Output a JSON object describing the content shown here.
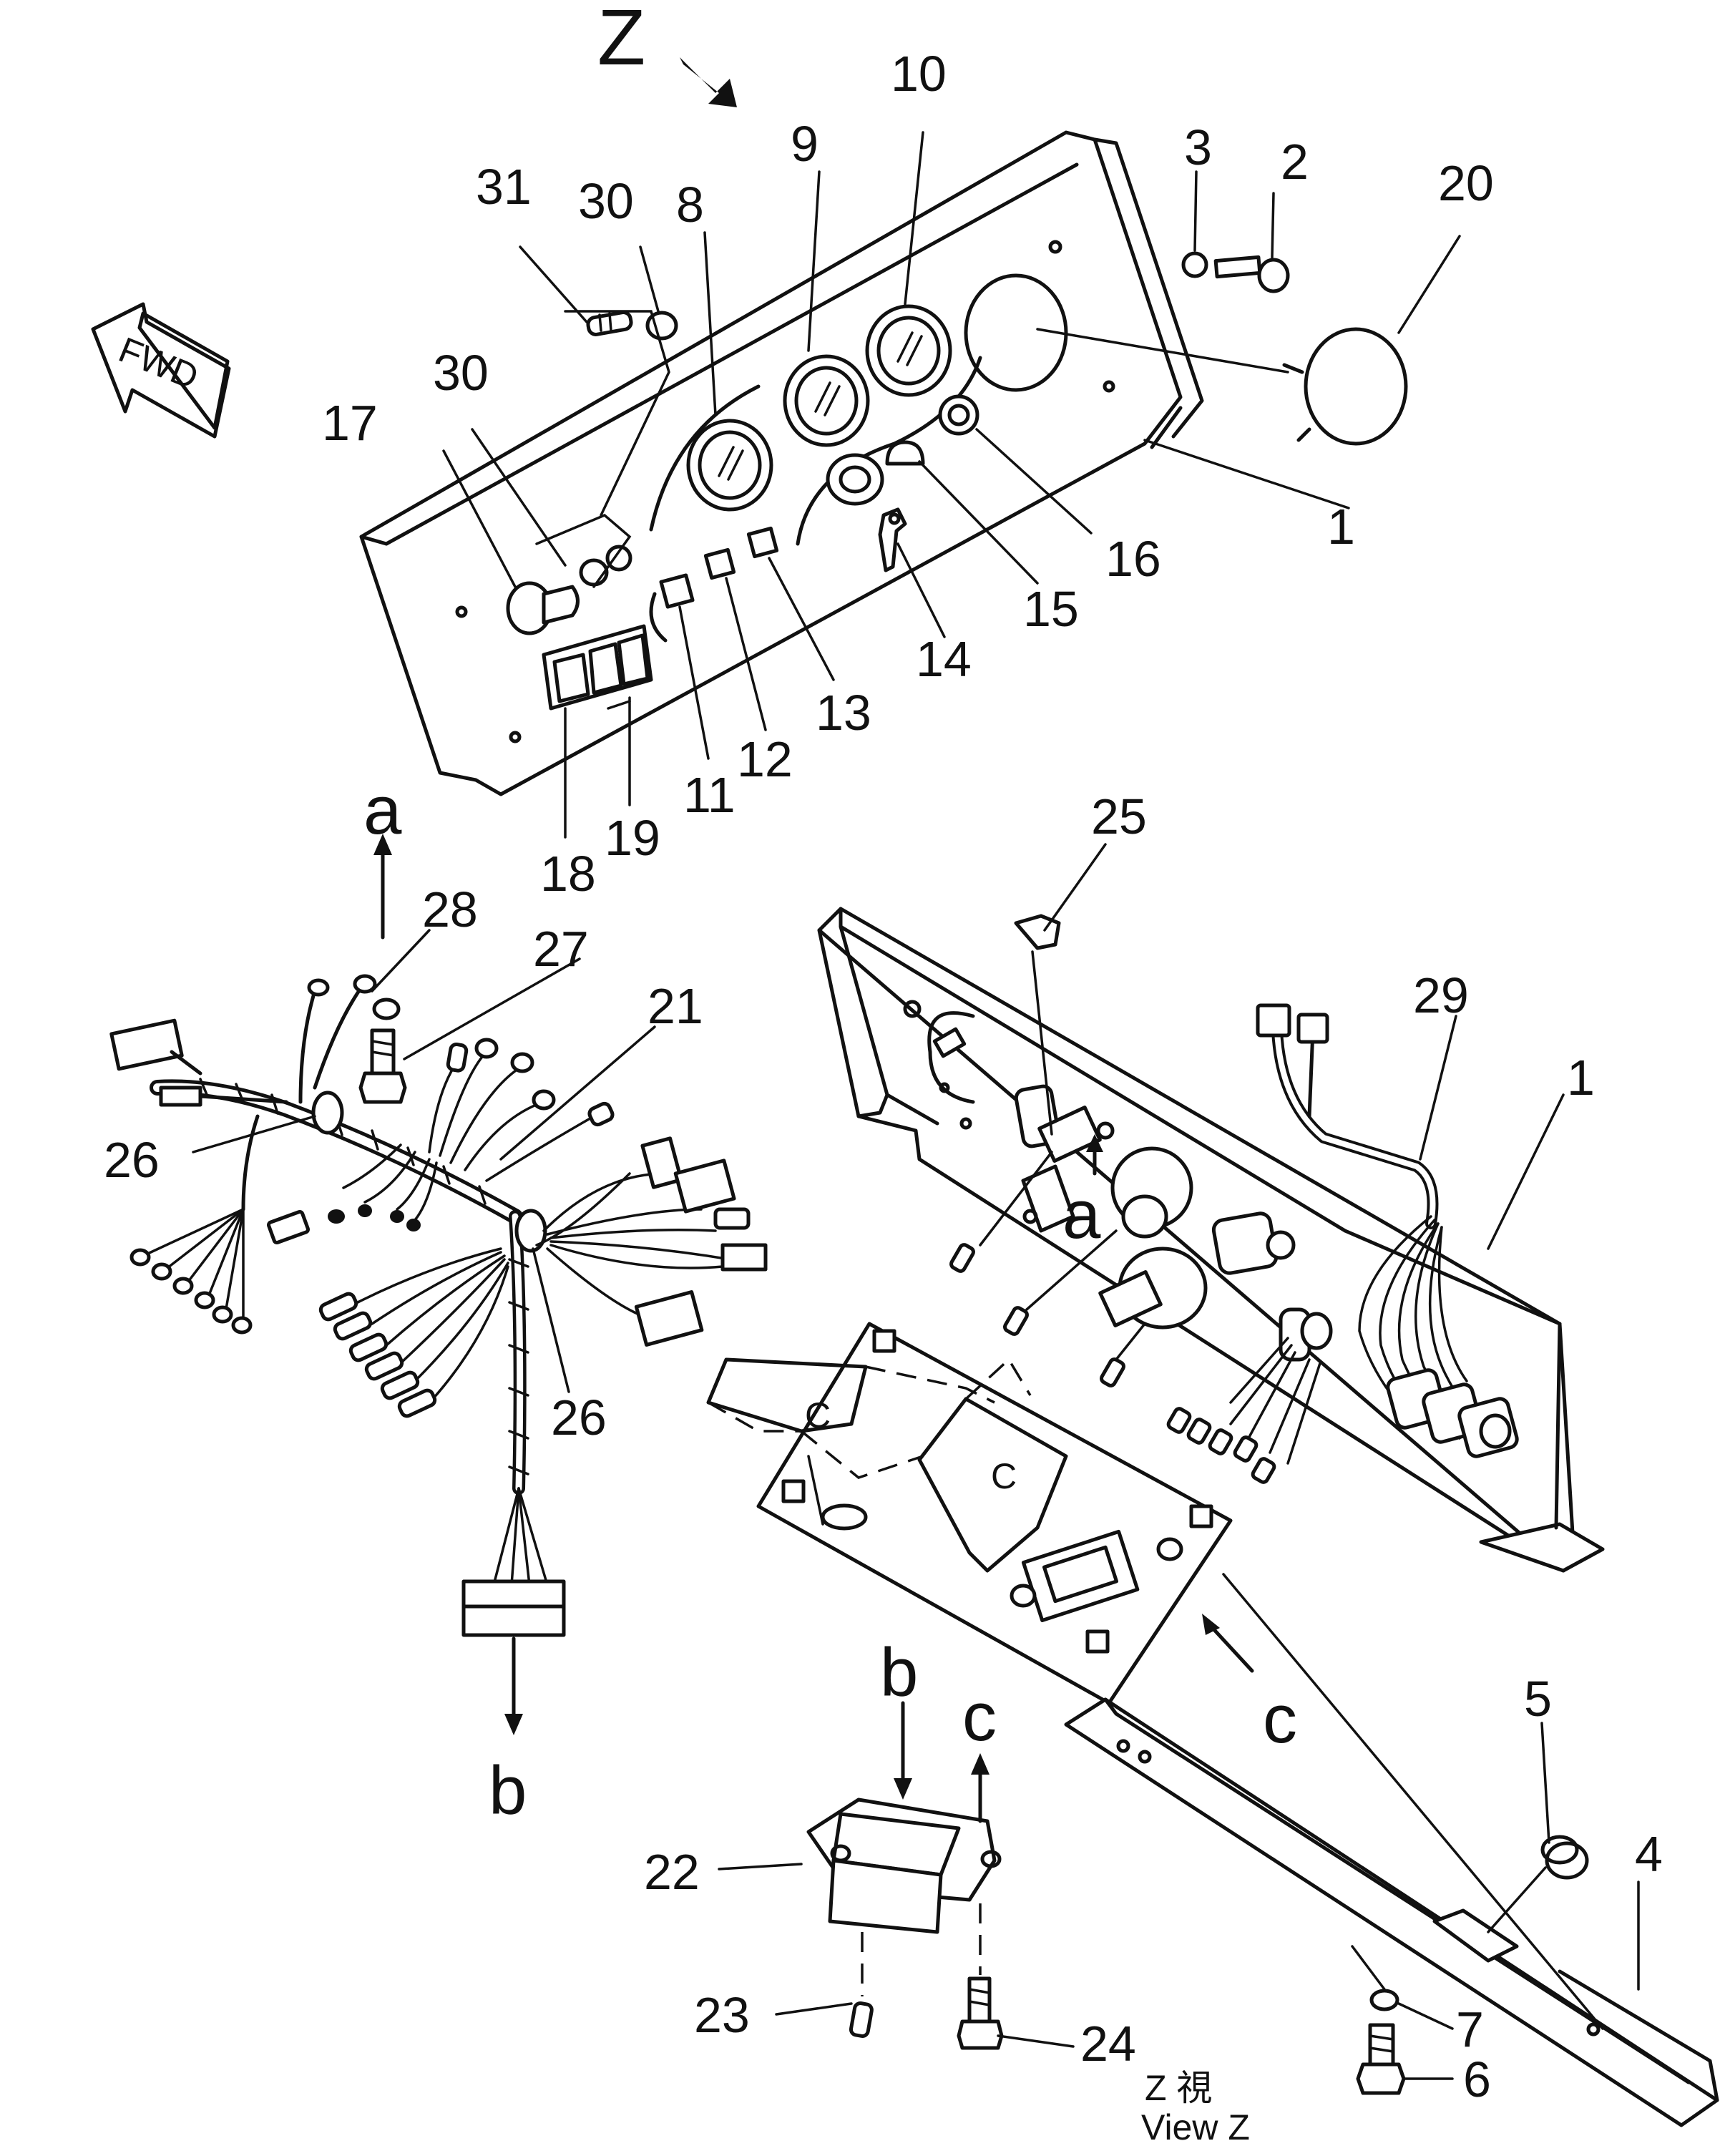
{
  "view": {
    "letter": "Z",
    "caption_jp": "Z 視",
    "caption_en": "View Z"
  },
  "fwd_label": "FWD",
  "part_numbers": {
    "p1": "1",
    "p1b": "1",
    "p2": "2",
    "p3": "3",
    "p4": "4",
    "p5": "5",
    "p6": "6",
    "p7": "7",
    "p8": "8",
    "p9": "9",
    "p10": "10",
    "p11": "11",
    "p12": "12",
    "p13": "13",
    "p14": "14",
    "p15": "15",
    "p16": "16",
    "p17": "17",
    "p18": "18",
    "p19": "19",
    "p20": "20",
    "p21": "21",
    "p22": "22",
    "p23": "23",
    "p24": "24",
    "p25": "25",
    "p26": "26",
    "p26b": "26",
    "p27": "27",
    "p28": "28",
    "p29": "29",
    "p30": "30",
    "p30b": "30",
    "p31": "31"
  },
  "connector_letters": {
    "a_top": "a",
    "a_panel": "a",
    "b_left": "b",
    "b_right": "b",
    "c_right": "c",
    "c_below": "c"
  }
}
